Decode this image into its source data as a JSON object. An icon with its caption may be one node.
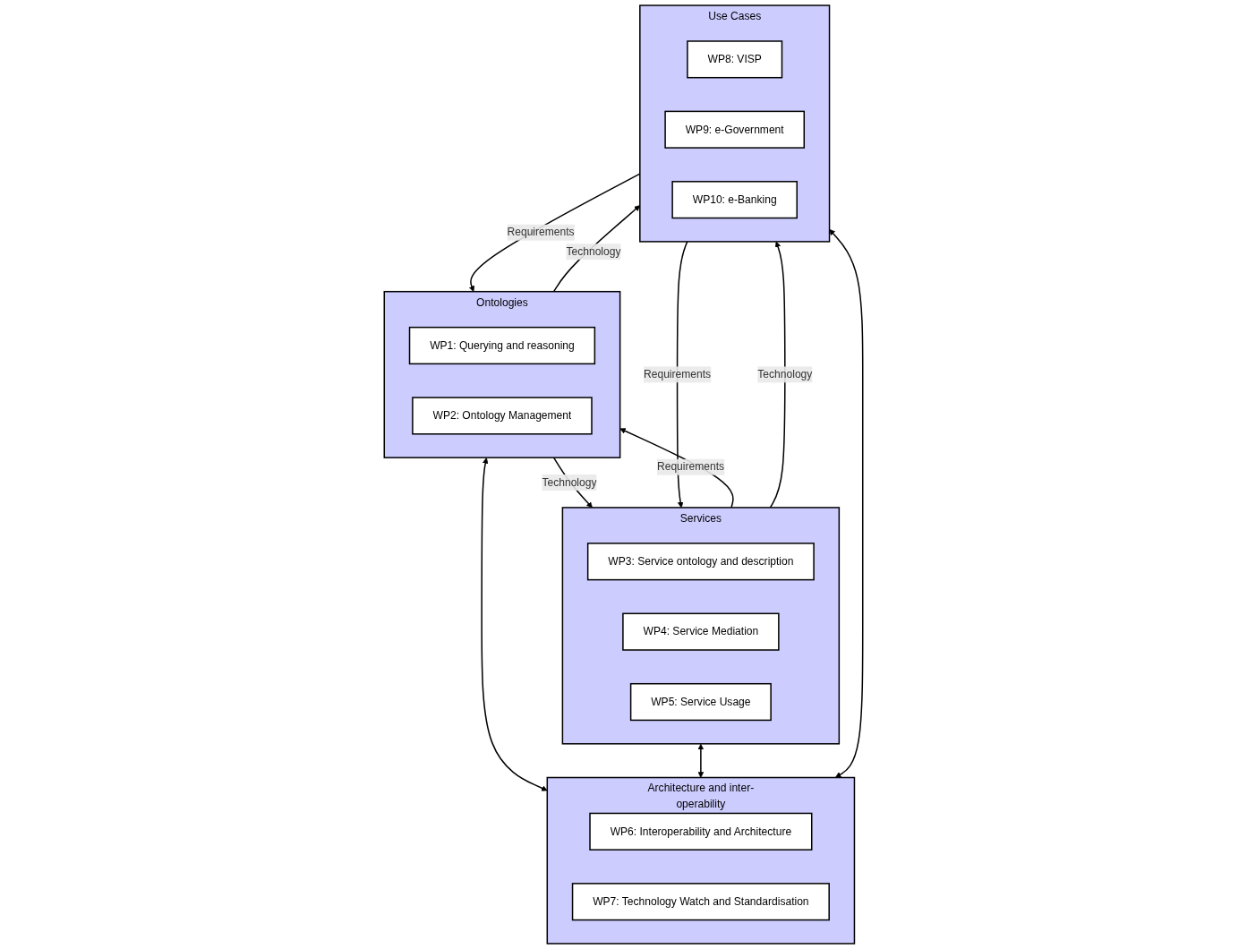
{
  "diagram": {
    "nodes": [
      {
        "text": [
          "Ontologies"
        ]
      },
      {
        "text": [
          "WP1: Querying and reasoning"
        ],
        "in": 0
      },
      {
        "text": [
          "WP2: Ontology Management"
        ],
        "in": 0
      },
      {
        "text": [
          "Services"
        ]
      },
      {
        "text": [
          "WP3: Service ontology and description"
        ],
        "in": 3
      },
      {
        "text": [
          "WP4: Service Mediation"
        ],
        "in": 3
      },
      {
        "text": [
          "WP5: Service Usage"
        ],
        "in": 3
      },
      {
        "text": [
          "Architecture and inter-operability"
        ]
      },
      {
        "text": [
          "WP6: Interoperability and Architecture"
        ],
        "in": 7
      },
      {
        "text": [
          "WP7: Technology Watch and Standardisation"
        ],
        "in": 7
      },
      {
        "text": [
          "Use Cases"
        ]
      },
      {
        "text": [
          "WP8: VISP"
        ],
        "in": 10
      },
      {
        "text": [
          "WP9: e-Government"
        ],
        "in": 10
      },
      {
        "text": [
          "WP10: e-Banking"
        ],
        "in": 10
      }
    ],
    "edges": [
      {
        "from": 0,
        "to": 3,
        "arrow": "to",
        "label": "Technology"
      },
      {
        "from": 3,
        "to": 0,
        "arrow": "to",
        "label": "Requirements"
      },
      {
        "from": 0,
        "to": 7,
        "arrow": "both"
      },
      {
        "from": 3,
        "to": 7,
        "arrow": "both"
      },
      {
        "from": 0,
        "to": 10,
        "arrow": "to",
        "label": "Technology"
      },
      {
        "from": 10,
        "to": 0,
        "arrow": "to",
        "label": "Requirements"
      },
      {
        "from": 10,
        "to": 3,
        "arrow": "to",
        "label": "Requirements"
      },
      {
        "from": 3,
        "to": 10,
        "arrow": "to",
        "label": "Technology"
      },
      {
        "from": 7,
        "to": 10,
        "arrow": "both"
      }
    ]
  }
}
